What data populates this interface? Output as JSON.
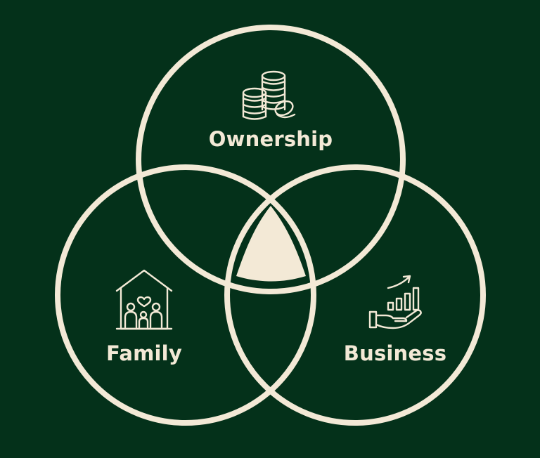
{
  "diagram": {
    "circles": [
      {
        "id": "ownership",
        "label": "Ownership",
        "icon": "coins-stack-icon"
      },
      {
        "id": "family",
        "label": "Family",
        "icon": "family-house-icon"
      },
      {
        "id": "business",
        "label": "Business",
        "icon": "growth-hand-icon"
      }
    ],
    "colors": {
      "background": "#04311a",
      "foreground": "#f3e9d6"
    }
  }
}
